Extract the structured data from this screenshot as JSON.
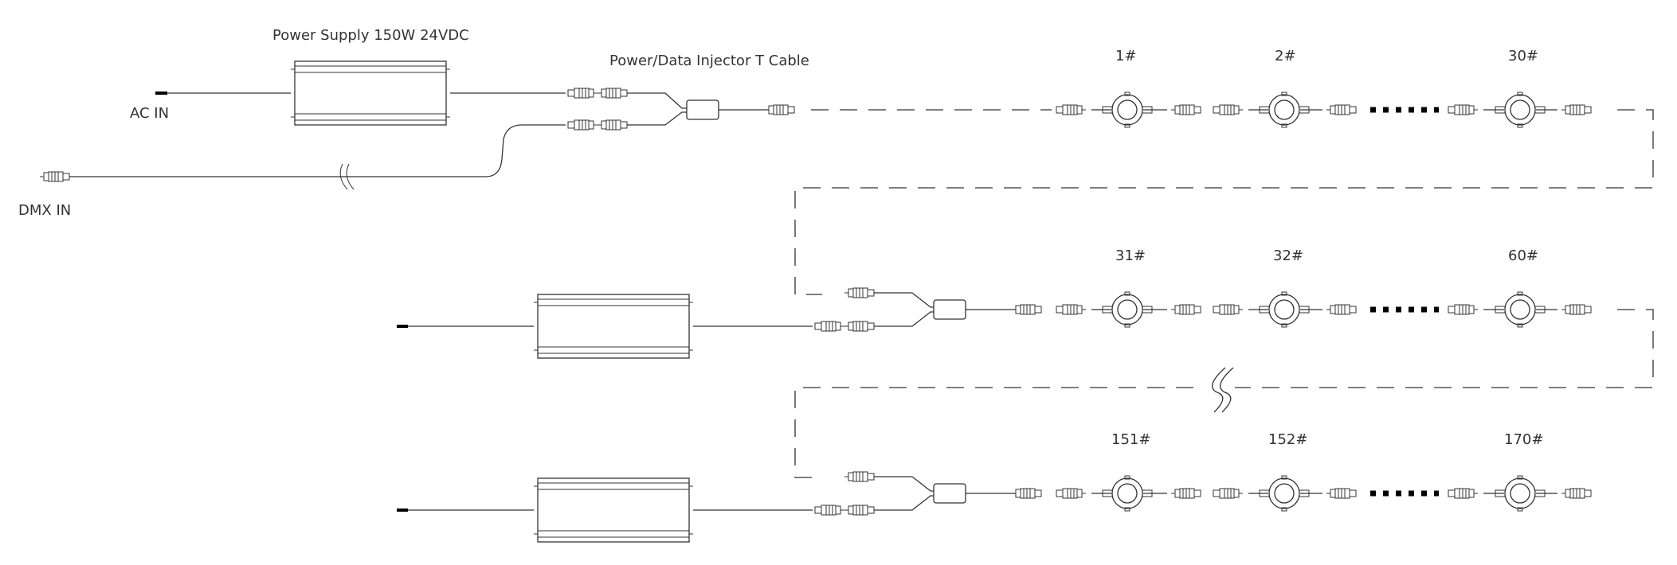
{
  "labels": {
    "power_supply": "Power Supply 150W 24VDC",
    "ac_in": "AC IN",
    "dmx_in": "DMX IN",
    "injector": "Power/Data Injector T Cable"
  },
  "rows": [
    {
      "first": "1#",
      "second": "2#",
      "last": "30#"
    },
    {
      "first": "31#",
      "second": "32#",
      "last": "60#"
    },
    {
      "first": "151#",
      "second": "152#",
      "last": "170#"
    }
  ]
}
